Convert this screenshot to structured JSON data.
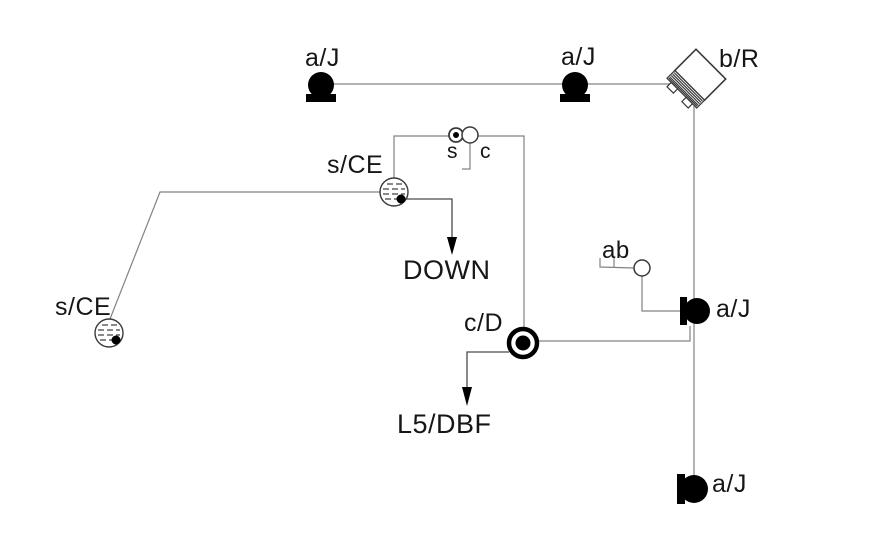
{
  "diagram": {
    "kind": "electrical-lighting-wiring-schematic",
    "background": "#ffffff",
    "colors": {
      "wire": "#828282",
      "symbol": "#000000",
      "text": "#161616"
    },
    "labels": {
      "luminaire_top_left": "a/J",
      "luminaire_top_mid": "a/J",
      "equipment_top_right": "b/R",
      "detector_mid": "s/CE",
      "detector_left": "s/CE",
      "switch_s": "s",
      "switch_c": "c",
      "arrow_down": "DOWN",
      "outlet_ab": "ab",
      "device_cd": "c/D",
      "luminaire_mid_right": "a/J",
      "arrow_l5dbf": "L5/DBF",
      "luminaire_bottom_right": "a/J"
    }
  }
}
